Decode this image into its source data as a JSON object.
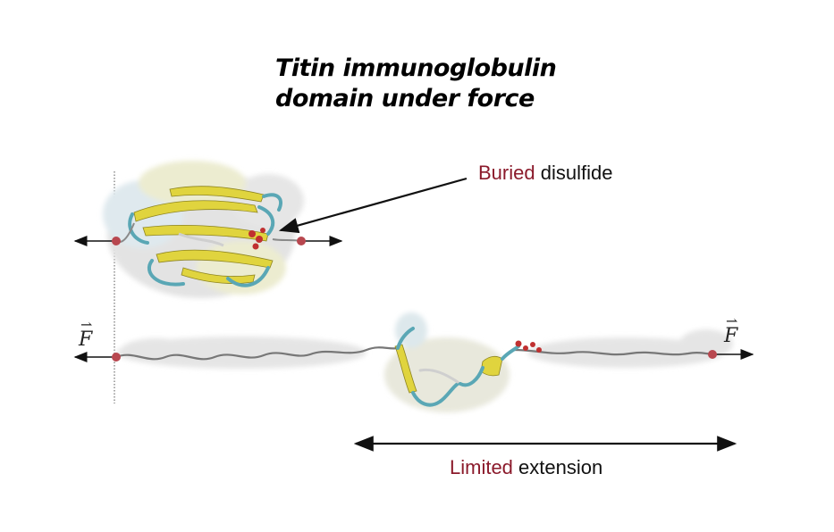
{
  "title": {
    "line1": "Titin immunoglobulin",
    "line2": "domain under force"
  },
  "labels": {
    "buried_highlight": "Buried",
    "buried_rest": " disulfide",
    "limited_highlight": "Limited",
    "limited_rest": " extension",
    "force_symbol": "F",
    "vector_arrow": "⇀"
  },
  "colors": {
    "highlight": "#8b1a2b",
    "beta_strand": "#e3d84a",
    "coil": "#6fb8c4",
    "disulfide": "#c03030",
    "surface": "#e6e6e6",
    "anchor": "#b8474f"
  }
}
